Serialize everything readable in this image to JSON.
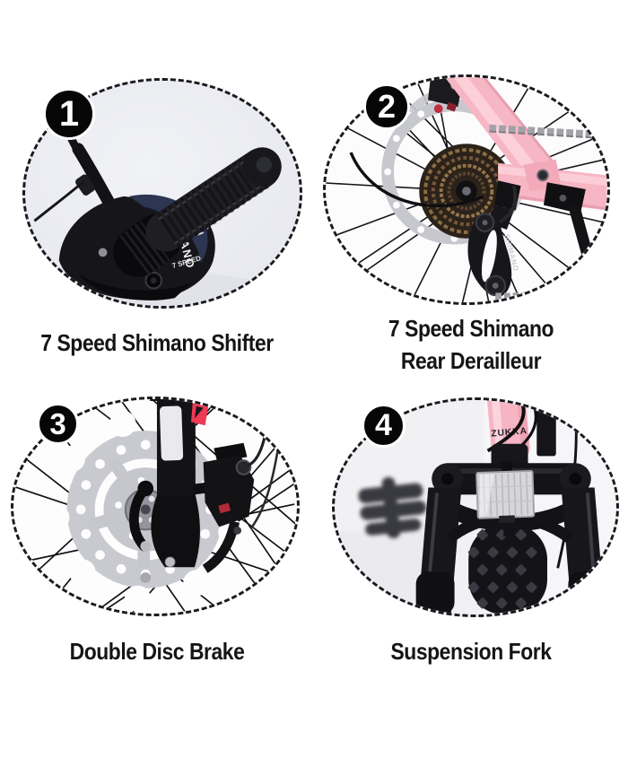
{
  "page": {
    "background_color": "#ffffff",
    "description_colors": {
      "accent_pink": "#f7b6c3",
      "badge_fill": "#060607",
      "badge_text": "#ffffff",
      "caption_text": "#151515",
      "dashed_border": "#1a1a1e",
      "rotor_silver": "#c9cad0",
      "shifter_photo_bg": "#ebecf1",
      "chain_gray": "#a2a3a8"
    }
  },
  "features": [
    {
      "number": "1",
      "caption_lines": [
        "7 Speed Shimano Shifter"
      ],
      "photo": {
        "name": "shimano-twist-shifter",
        "labels": {
          "brand": "SHIMANO",
          "speed": "7 SPEED"
        }
      }
    },
    {
      "number": "2",
      "caption_lines": [
        "7 Speed Shimano",
        "Rear Derailleur"
      ],
      "photo": {
        "name": "shimano-rear-derailleur",
        "labels": {
          "brand": "SHIMANO"
        }
      }
    },
    {
      "number": "3",
      "caption_lines": [
        "Double Disc Brake"
      ],
      "photo": {
        "name": "front-disc-brake",
        "labels": {}
      }
    },
    {
      "number": "4",
      "caption_lines": [
        "Suspension Fork"
      ],
      "photo": {
        "name": "suspension-fork",
        "labels": {
          "brand": "ZUKKA"
        }
      }
    }
  ]
}
